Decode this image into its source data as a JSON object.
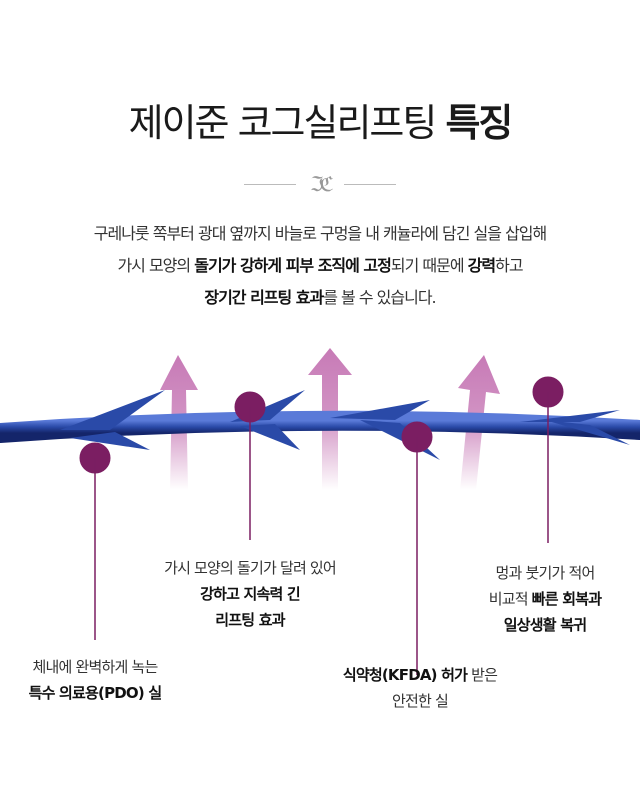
{
  "title": {
    "normal": "제이준 코그실리프팅",
    "bold": "특징"
  },
  "logo_text": "JJ",
  "intro": {
    "line1": "구레나룻 쪽부터 광대 옆까지 바늘로 구멍을 내 캐뉼라에 담긴 실을 삽입해",
    "line2_a": "가시 모양의 ",
    "line2_b": "돌기가 강하게 피부 조직에 고정",
    "line2_c": "되기 때문에 ",
    "line2_d": "강력",
    "line2_e": "하고",
    "line3_a": "장기간 리프팅 효과",
    "line3_b": "를 볼 수 있습니다."
  },
  "features": [
    {
      "line1": "체내에 완벽하게 녹는",
      "bold": "특수 의료용(PDO) 실"
    },
    {
      "line1": "가시 모양의 돌기가 달려 있어",
      "bold1": "강하고 지속력 긴",
      "bold2": "리프팅 효과"
    },
    {
      "bold": "식약청(KFDA) 허가",
      "rest": " 받은",
      "line2": "안전한 실"
    },
    {
      "line1": "멍과 붓기가 적어",
      "line2_a": "비교적 ",
      "line2_b": "빠른 회복과",
      "bold3": "일상생활 복귀"
    }
  ],
  "colors": {
    "thread": "#2a4aa8",
    "dot": "#7b1e62",
    "arrow": "#c77ab6"
  }
}
